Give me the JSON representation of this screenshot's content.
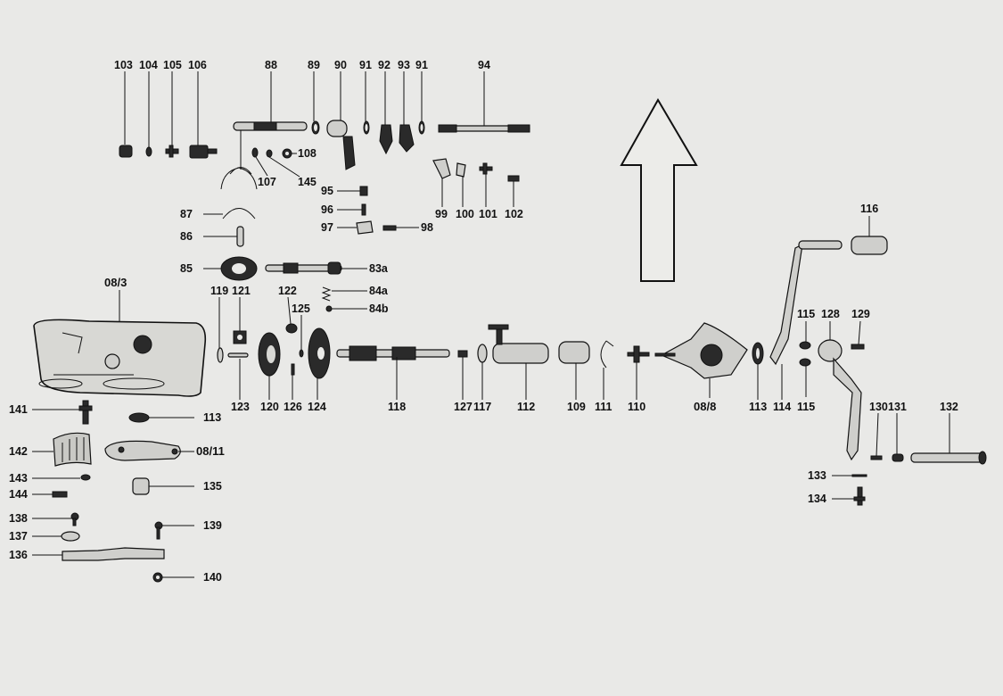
{
  "labels": {
    "p103": "103",
    "p104": "104",
    "p105": "105",
    "p106": "106",
    "p88": "88",
    "p89": "89",
    "p90": "90",
    "p91a": "91",
    "p92": "92",
    "p93": "93",
    "p91b": "91",
    "p94": "94",
    "p108": "108",
    "p107": "107",
    "p145": "145",
    "p95": "95",
    "p96": "96",
    "p97": "97",
    "p98": "98",
    "p99": "99",
    "p100": "100",
    "p101": "101",
    "p102": "102",
    "p87": "87",
    "p86": "86",
    "p85": "85",
    "p83a": "83a",
    "p84a": "84a",
    "p84b": "84b",
    "p08_3": "08/3",
    "p119": "119",
    "p121": "121",
    "p122": "122",
    "p125": "125",
    "p123": "123",
    "p120": "120",
    "p126": "126",
    "p124": "124",
    "p118": "118",
    "p127": "127",
    "p117": "117",
    "p112": "112",
    "p109": "109",
    "p111": "111",
    "p110": "110",
    "p08_8": "08/8",
    "p113a": "113",
    "p114": "114",
    "p115a": "115",
    "p115b": "115",
    "p128": "128",
    "p129": "129",
    "p116": "116",
    "p130": "130",
    "p131": "131",
    "p132": "132",
    "p133": "133",
    "p134": "134",
    "p141": "141",
    "p113b": "113",
    "p142": "142",
    "p08_11": "08/11",
    "p143": "143",
    "p135": "135",
    "p144": "144",
    "p138": "138",
    "p139": "139",
    "p137": "137",
    "p136": "136",
    "p140": "140"
  }
}
